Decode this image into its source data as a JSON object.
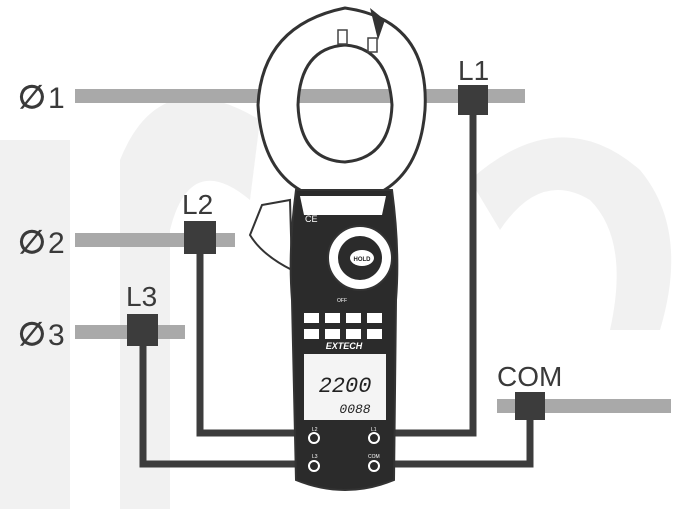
{
  "phases": [
    {
      "symbol": "∅",
      "number": "1"
    },
    {
      "symbol": "∅",
      "number": "2"
    },
    {
      "symbol": "∅",
      "number": "3"
    }
  ],
  "clamps": {
    "l1": "L1",
    "l2": "L2",
    "l3": "L3",
    "com": "COM"
  },
  "meter": {
    "brand": "EXTECH",
    "hold": "HOLD",
    "ce": "CE",
    "off": "OFF",
    "main_reading": "2200",
    "sub_reading": "0088",
    "jacks": {
      "l2": "L2",
      "l1": "L1",
      "l3": "L3",
      "com": "COM"
    }
  },
  "colors": {
    "bus": "#a9a9a9",
    "wire": "#3c3c3c",
    "meter": "#2b2b2b"
  }
}
